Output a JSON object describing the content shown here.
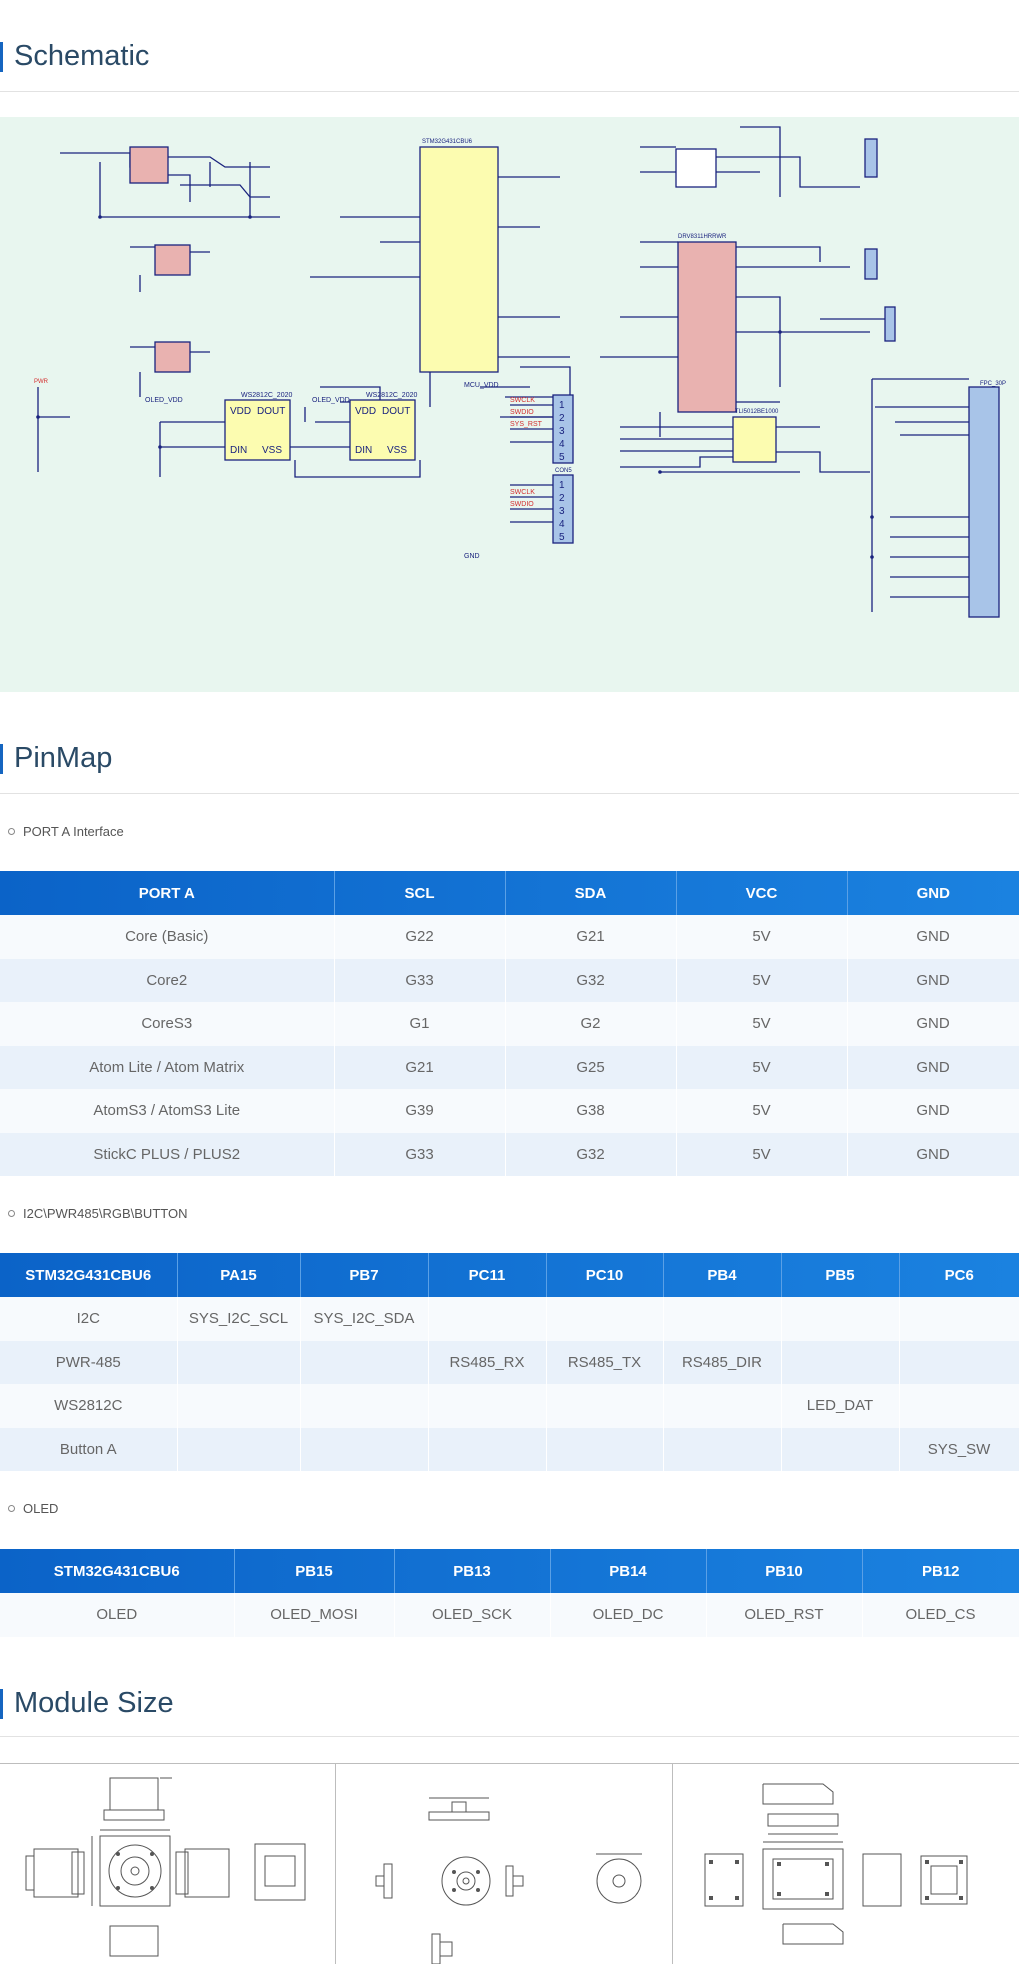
{
  "sections": {
    "schematic": "Schematic",
    "pinmap": "PinMap",
    "module_size": "Module Size"
  },
  "labels": {
    "port_a": "PORT A Interface",
    "i2c_group": "I2C\\PWR485\\RGB\\BUTTON",
    "oled": "OLED"
  },
  "table_port_a": {
    "headers": [
      "PORT A",
      "SCL",
      "SDA",
      "VCC",
      "GND"
    ],
    "rows": [
      [
        "Core (Basic)",
        "G22",
        "G21",
        "5V",
        "GND"
      ],
      [
        "Core2",
        "G33",
        "G32",
        "5V",
        "GND"
      ],
      [
        "CoreS3",
        "G1",
        "G2",
        "5V",
        "GND"
      ],
      [
        "Atom Lite / Atom Matrix",
        "G21",
        "G25",
        "5V",
        "GND"
      ],
      [
        "AtomS3 / AtomS3 Lite",
        "G39",
        "G38",
        "5V",
        "GND"
      ],
      [
        "StickC PLUS / PLUS2",
        "G33",
        "G32",
        "5V",
        "GND"
      ]
    ]
  },
  "table_i2c": {
    "headers": [
      "STM32G431CBU6",
      "PA15",
      "PB7",
      "PC11",
      "PC10",
      "PB4",
      "PB5",
      "PC6"
    ],
    "rows": [
      [
        "I2C",
        "SYS_I2C_SCL",
        "SYS_I2C_SDA",
        "",
        "",
        "",
        "",
        ""
      ],
      [
        "PWR-485",
        "",
        "",
        "RS485_RX",
        "RS485_TX",
        "RS485_DIR",
        "",
        ""
      ],
      [
        "WS2812C",
        "",
        "",
        "",
        "",
        "",
        "LED_DAT",
        ""
      ],
      [
        "Button A",
        "",
        "",
        "",
        "",
        "",
        "",
        "SYS_SW"
      ]
    ]
  },
  "table_oled": {
    "headers": [
      "STM32G431CBU6",
      "PB15",
      "PB13",
      "PB14",
      "PB10",
      "PB12"
    ],
    "rows": [
      [
        "OLED",
        "OLED_MOSI",
        "OLED_SCK",
        "OLED_DC",
        "OLED_RST",
        "OLED_CS"
      ]
    ]
  },
  "schematic_text": {
    "u4": "WS2812C_2020",
    "u5": "WS2812C_2020",
    "vdd": "VDD",
    "dout": "DOUT",
    "din": "DIN",
    "vss": "VSS",
    "oled_vdd": "OLED_VDD",
    "mcu_vdd": "MCU_VDD",
    "gnd": "GND",
    "swclk": "SWCLK",
    "swdio": "SWDIO",
    "sys_rst": "SYS_RST",
    "con5": "CON5",
    "fpc": "FPC_30P",
    "pwr": "PWR",
    "mcu": "STM32G431CBU6",
    "drv": "DRV8311HRRWR",
    "tli": "TLI5012BE1000"
  },
  "colors": {
    "accent": "#1565c0",
    "schematic_bg": "#e8f6ef",
    "wire": "#1a237e",
    "net_label": "#d32f2f",
    "mcu_fill": "#fcfcb0",
    "driver_fill": "#e9b2b0",
    "connector_fill": "#a8c4e8"
  }
}
